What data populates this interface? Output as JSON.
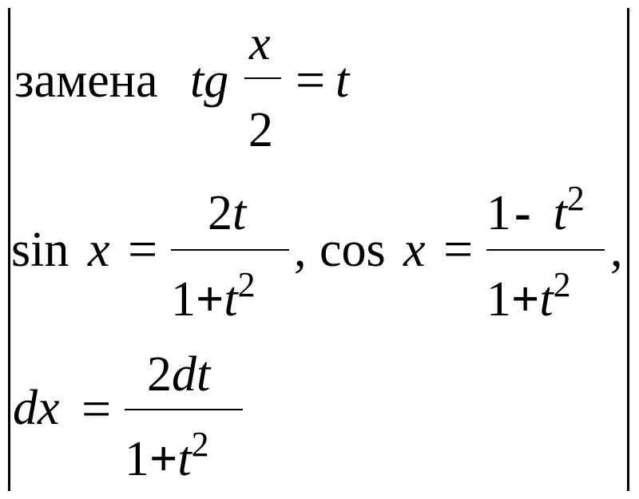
{
  "line1": {
    "word": "замена",
    "func": "tg",
    "frac_num": "x",
    "frac_den": "2",
    "eq": "=",
    "rhs": "t"
  },
  "line2": {
    "sin_label": "sin",
    "sin_var": "x",
    "eq1": "=",
    "sin_num": "2t",
    "sin_den_one": "1",
    "sin_den_plus": "+",
    "sin_den_t": "t",
    "sin_den_exp": "2",
    "comma1": ",",
    "cos_label": "cos",
    "cos_var": "x",
    "eq2": "=",
    "cos_num_one": "1",
    "cos_num_minus": "-",
    "cos_num_t": "t",
    "cos_num_exp": "2",
    "cos_den_one": "1",
    "cos_den_plus": "+",
    "cos_den_t": "t",
    "cos_den_exp": "2",
    "comma2": ","
  },
  "line3": {
    "lhs": "dx",
    "eq": "=",
    "num": "2dt",
    "den_one": "1",
    "den_plus": "+",
    "den_t": "t",
    "den_exp": "2"
  }
}
